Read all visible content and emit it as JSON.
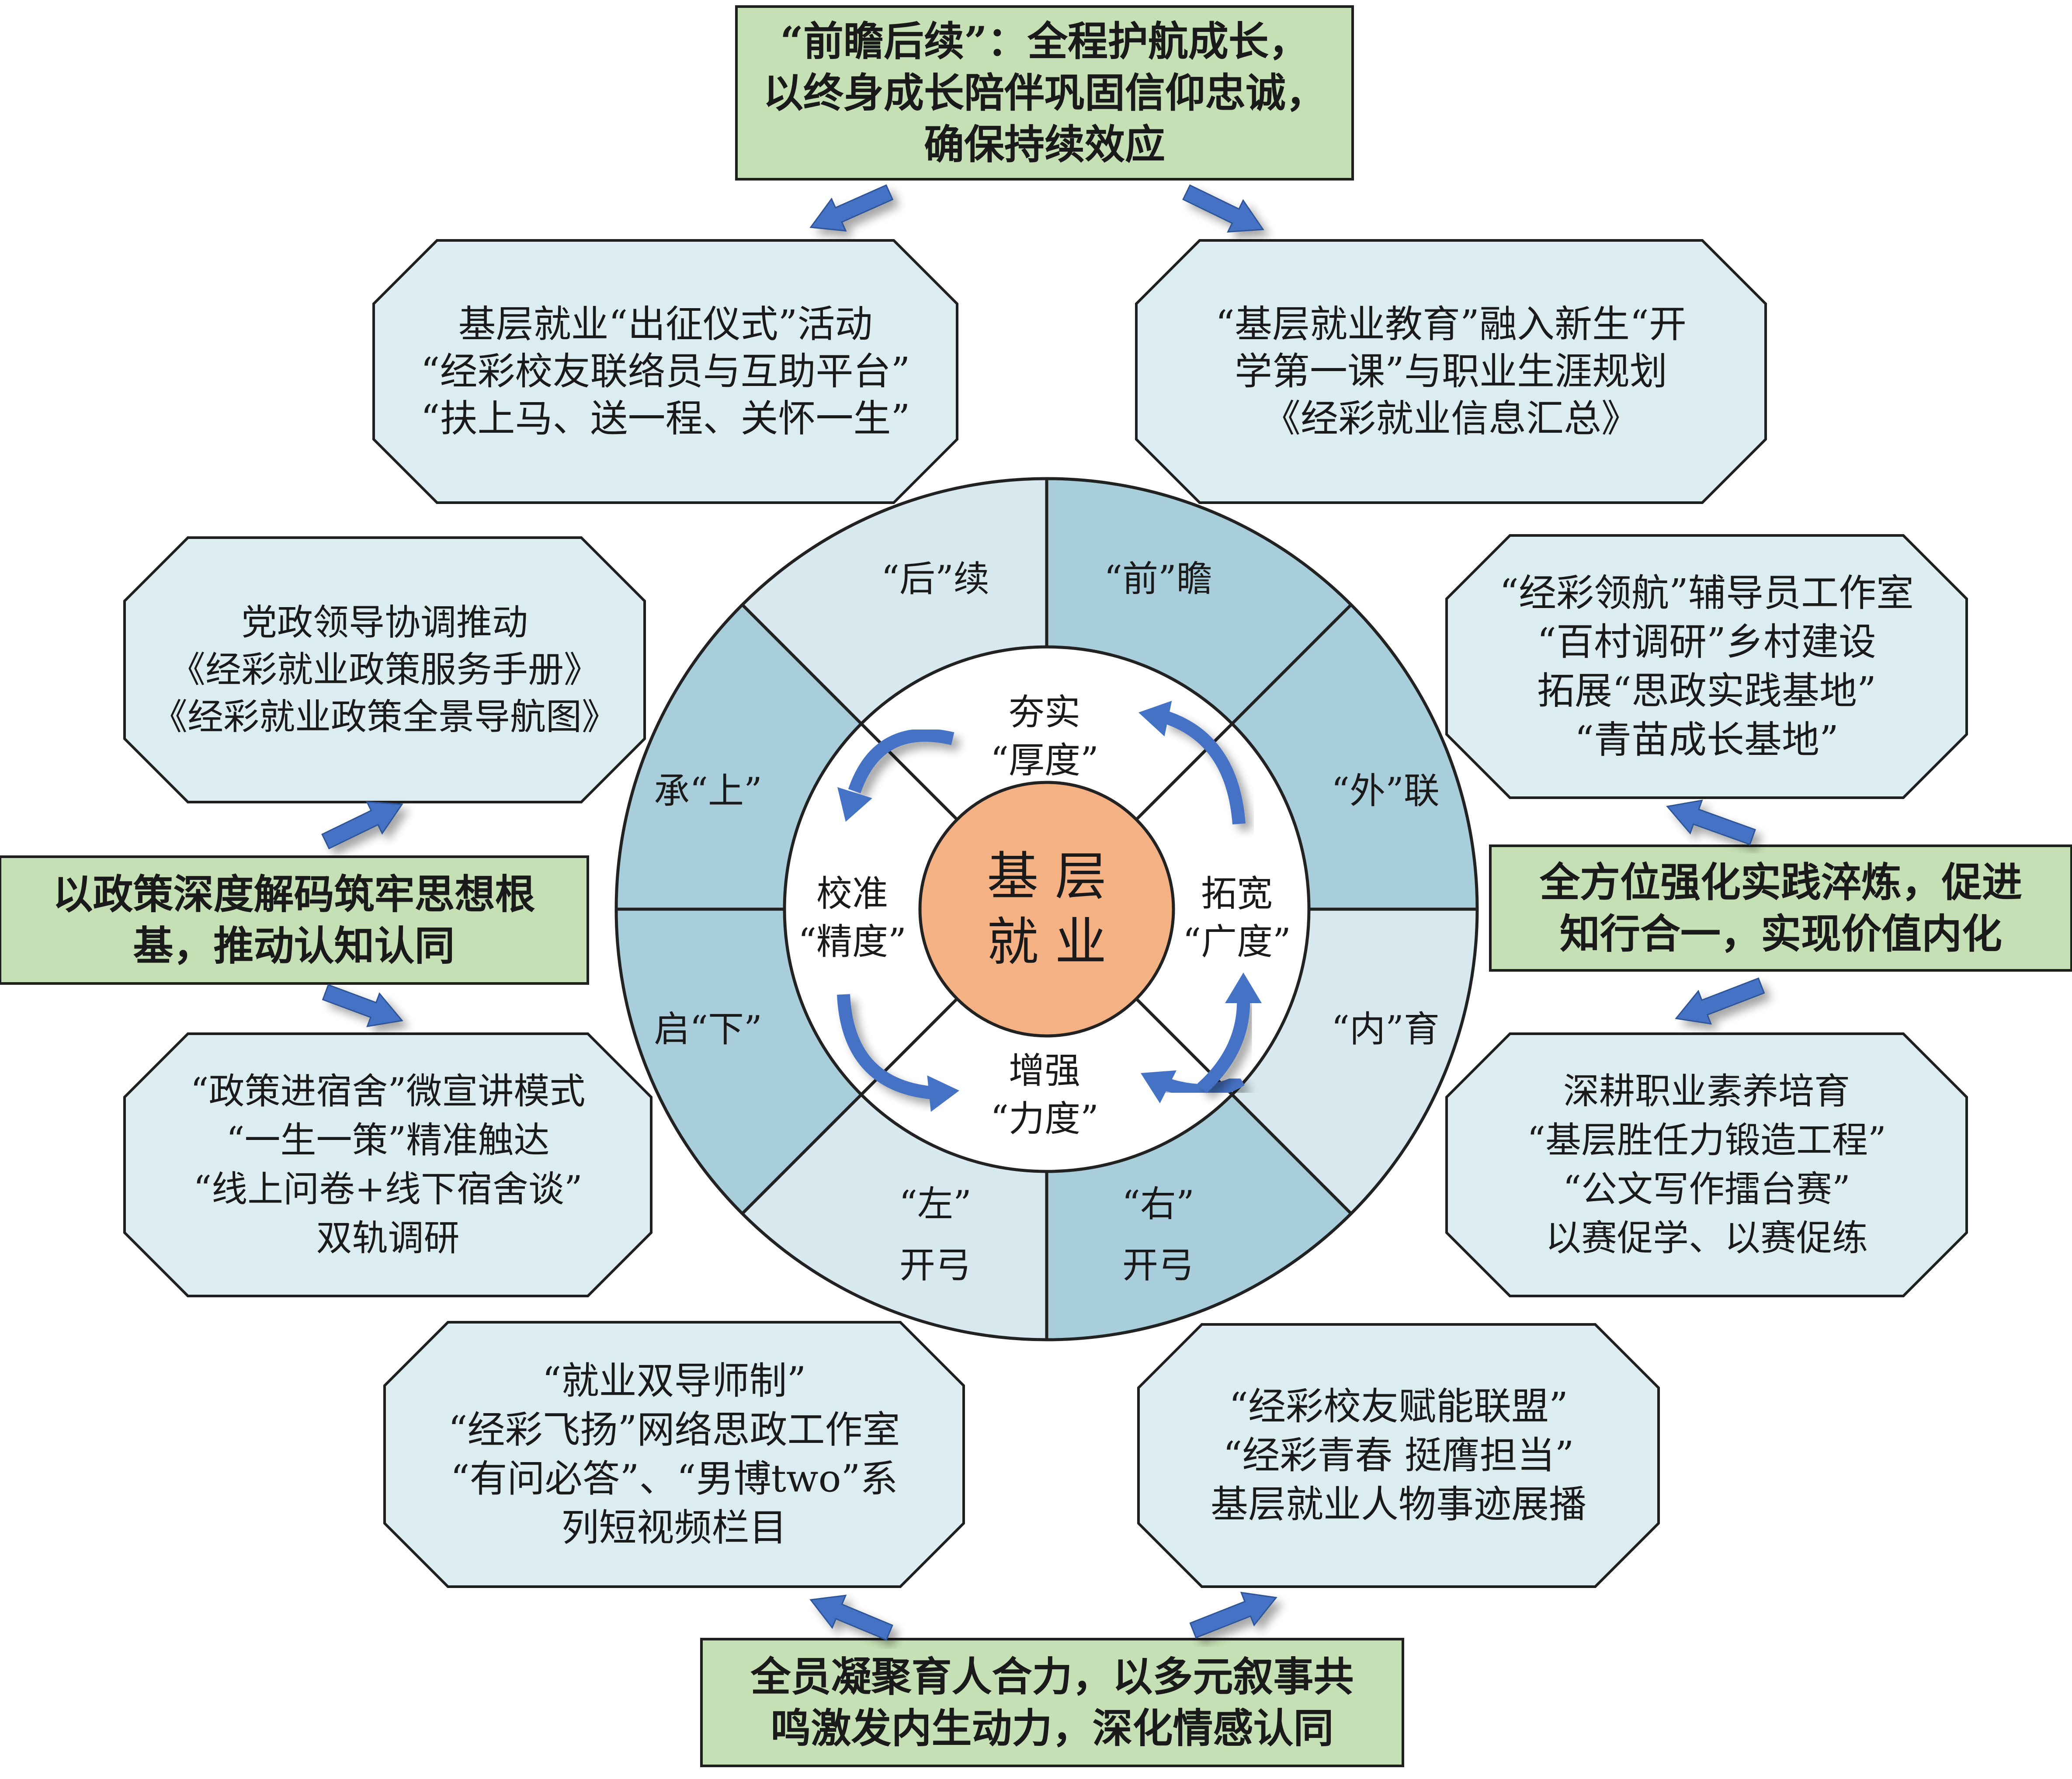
{
  "colors": {
    "green_fill": "#c5e0b4",
    "green_stroke": "#1f1f1f",
    "octagon_fill": "#dcedf2",
    "octagon_stroke": "#1f1f1f",
    "ring_light": "#d7e8ee",
    "ring_dark": "#a9cedb",
    "inner_white": "#ffffff",
    "core_fill": "#f4b183",
    "arrow_fill": "#4472c4",
    "text": "#1a1a1a"
  },
  "core": {
    "lines": [
      "基 层",
      "就 业"
    ]
  },
  "ring_segments": [
    {
      "id": "hou",
      "lines": [
        "“后”续"
      ]
    },
    {
      "id": "qian",
      "lines": [
        "“前”瞻"
      ]
    },
    {
      "id": "wai",
      "lines": [
        "“外”联"
      ]
    },
    {
      "id": "nei",
      "lines": [
        "“内”育"
      ]
    },
    {
      "id": "you",
      "lines": [
        "“右”",
        "开弓"
      ]
    },
    {
      "id": "zuo",
      "lines": [
        "“左”",
        "开弓"
      ]
    },
    {
      "id": "xia",
      "lines": [
        "启“下”"
      ]
    },
    {
      "id": "shang",
      "lines": [
        "承“上”"
      ]
    }
  ],
  "inner_labels": [
    {
      "id": "houdu",
      "lines": [
        "夯实",
        "“厚度”"
      ]
    },
    {
      "id": "guangdu",
      "lines": [
        "拓宽",
        "“广度”"
      ]
    },
    {
      "id": "lidu",
      "lines": [
        "增强",
        "“力度”"
      ]
    },
    {
      "id": "jingdu",
      "lines": [
        "校准",
        "“精度”"
      ]
    }
  ],
  "green_boxes": [
    {
      "id": "top",
      "lines": [
        "“前瞻后续”：全程护航成长，",
        "以终身成长陪伴巩固信仰忠诚，",
        "确保持续效应"
      ]
    },
    {
      "id": "left",
      "lines": [
        "以政策深度解码筑牢思想根",
        "基，推动认知认同"
      ]
    },
    {
      "id": "right",
      "lines": [
        "全方位强化实践淬炼，促进",
        "知行合一，实现价值内化"
      ]
    },
    {
      "id": "bottom",
      "lines": [
        "全员凝聚育人合力，以多元叙事共",
        "鸣激发内生动力，深化情感认同"
      ]
    }
  ],
  "octagons": [
    {
      "id": "top-left",
      "lines": [
        "基层就业“出征仪式”活动",
        "“经彩校友联络员与互助平台”",
        "“扶上马、送一程、关怀一生”"
      ]
    },
    {
      "id": "top-right",
      "lines": [
        "“基层就业教育”融入新生“开",
        "学第一课”与职业生涯规划",
        "《经彩就业信息汇总》"
      ]
    },
    {
      "id": "mid-left-up",
      "lines": [
        "党政领导协调推动",
        "《经彩就业政策服务手册》",
        "《经彩就业政策全景导航图》"
      ]
    },
    {
      "id": "mid-right-up",
      "lines": [
        "“经彩领航”辅导员工作室",
        "“百村调研”乡村建设",
        "拓展“思政实践基地”",
        "“青苗成长基地”"
      ]
    },
    {
      "id": "mid-left-down",
      "lines": [
        "“政策进宿舍”微宣讲模式",
        "“一生一策”精准触达",
        "“线上问卷+线下宿舍谈”",
        "双轨调研"
      ]
    },
    {
      "id": "mid-right-down",
      "lines": [
        "深耕职业素养培育",
        "“基层胜任力锻造工程”",
        "“公文写作擂台赛”",
        "以赛促学、以赛促练"
      ]
    },
    {
      "id": "bottom-left",
      "lines": [
        "“就业双导师制”",
        "“经彩飞扬”网络思政工作室",
        "“有问必答”、“男博two”系",
        "列短视频栏目"
      ]
    },
    {
      "id": "bottom-right",
      "lines": [
        "“经彩校友赋能联盟”",
        "“经彩青春 挺膺担当”",
        "基层就业人物事迹展播"
      ]
    }
  ]
}
